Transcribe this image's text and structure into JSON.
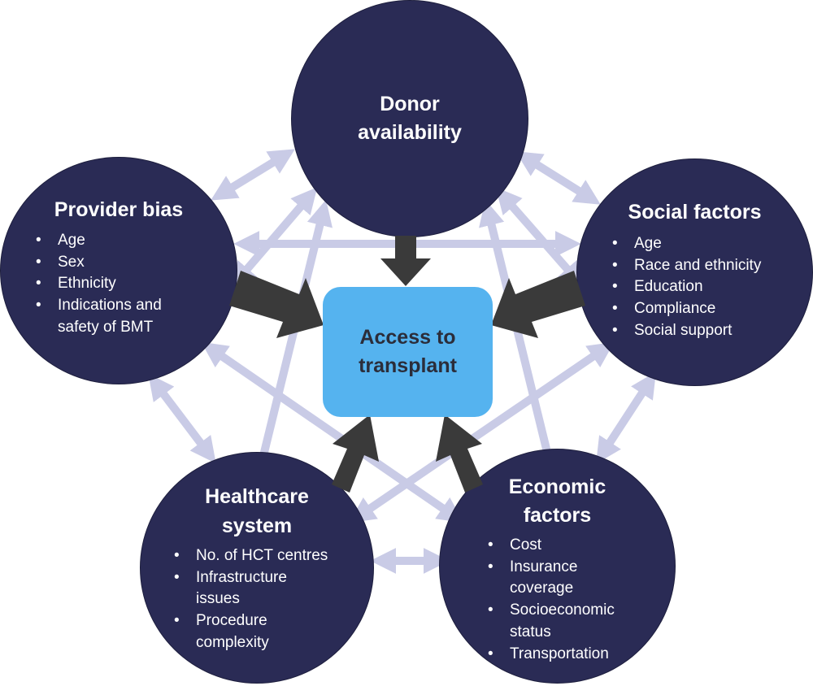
{
  "colors": {
    "node_fill": "#2a2b55",
    "center_fill": "#55b3ef",
    "influence_arrow": "#3a3a3a",
    "interaction_arrow": "#c9cbe6"
  },
  "center": {
    "title_line1": "Access to",
    "title_line2": "transplant"
  },
  "nodes": {
    "donor": {
      "title_line1": "Donor",
      "title_line2": "availability"
    },
    "provider": {
      "title": "Provider bias",
      "items": [
        "Age",
        "Sex",
        "Ethnicity",
        "Indications and safety of BMT"
      ]
    },
    "social": {
      "title": "Social factors",
      "items": [
        "Age",
        "Race and ethnicity",
        "Education",
        "Compliance",
        "Social support"
      ]
    },
    "healthcare": {
      "title_line1": "Healthcare",
      "title_line2": "system",
      "items": [
        "No. of HCT centres",
        "Infrastructure issues",
        "Procedure complexity"
      ]
    },
    "economic": {
      "title_line1": "Economic",
      "title_line2": "factors",
      "items": [
        "Cost",
        "Insurance coverage",
        "Socioeconomic status",
        "Transportation"
      ]
    }
  }
}
